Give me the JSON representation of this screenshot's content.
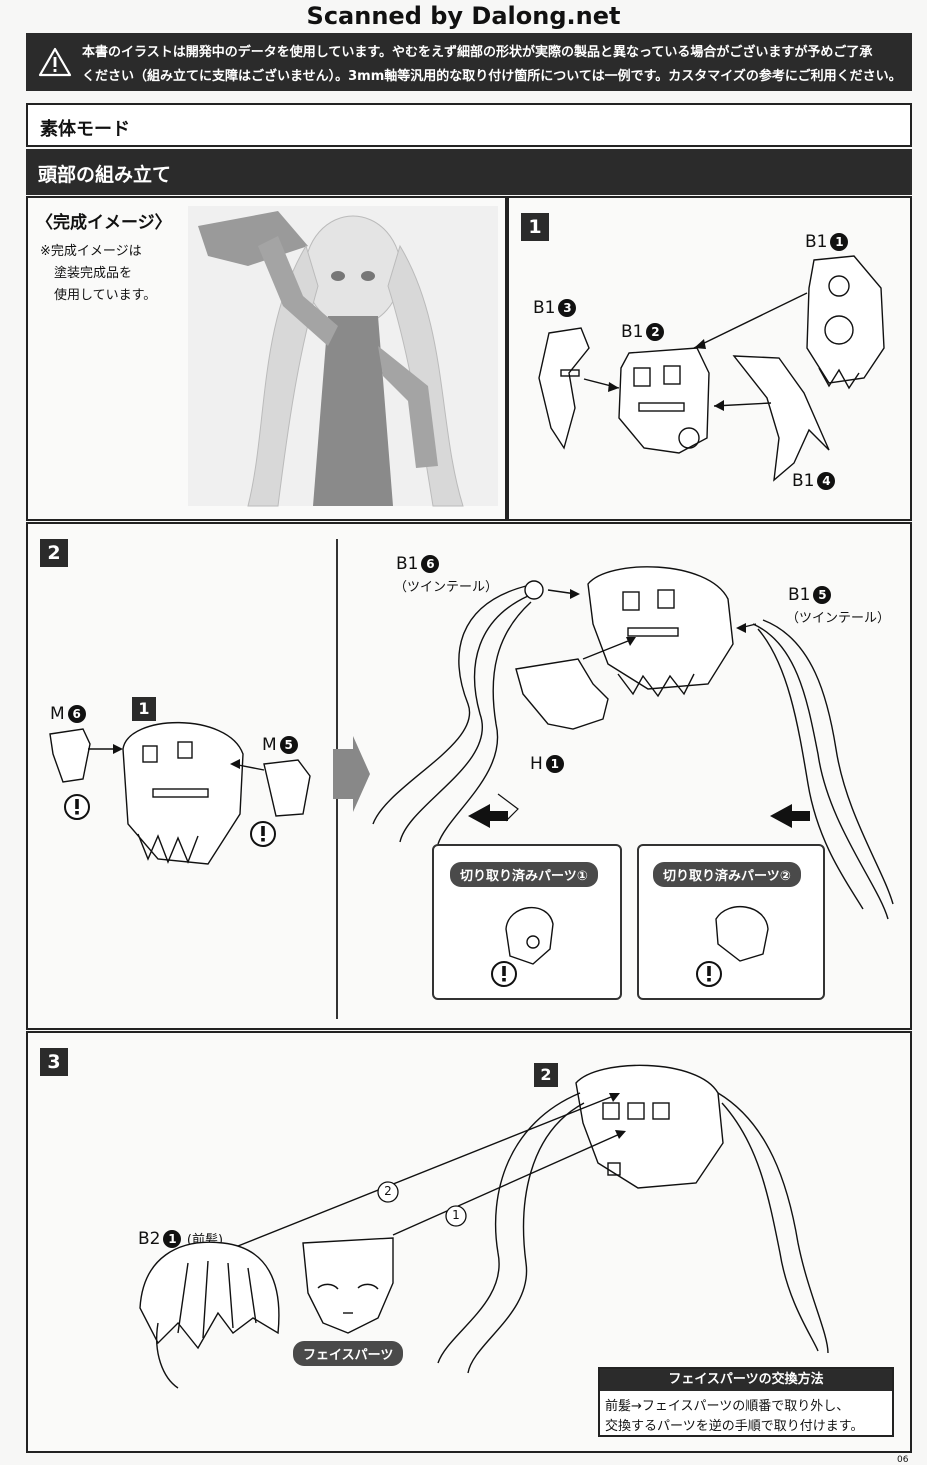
{
  "header": {
    "scan_credit": "Scanned by Dalong.net",
    "warning_line1": "本書のイラストは開発中のデータを使用しています。やむをえず細部の形状が実際の製品と異なっている場合がございますが予めご了承",
    "warning_line2": "ください（組み立てに支障はございません）。3mm軸等汎用的な取り付け箇所については一例です。カスタマイズの参考にご利用ください。"
  },
  "mode_title": "素体モード",
  "section_title": "頭部の組み立て",
  "preview": {
    "heading": "〈完成イメージ〉",
    "note": [
      "※完成イメージは",
      "塗装完成品を",
      "使用しています。"
    ]
  },
  "step1": {
    "number": "1",
    "parts": [
      {
        "runner": "B1",
        "num": "1"
      },
      {
        "runner": "B1",
        "num": "3"
      },
      {
        "runner": "B1",
        "num": "2"
      },
      {
        "runner": "B1",
        "num": "4"
      }
    ]
  },
  "step2": {
    "number": "2",
    "sub_ref": "1",
    "m6": {
      "runner": "M",
      "num": "6"
    },
    "m5": {
      "runner": "M",
      "num": "5"
    },
    "b1_6": {
      "runner": "B1",
      "num": "6",
      "note": "（ツインテール）"
    },
    "b1_5": {
      "runner": "B1",
      "num": "5",
      "note": "（ツインテール）"
    },
    "h1": {
      "runner": "H",
      "num": "1"
    },
    "cut_parts_1": "切り取り済みパーツ①",
    "cut_parts_2": "切り取り済みパーツ②",
    "caution": "!"
  },
  "step3": {
    "number": "3",
    "sub_ref": "2",
    "b2_1": {
      "runner": "B2",
      "num": "1",
      "note": "(前髪)"
    },
    "order_1": "1",
    "order_2": "2",
    "face_parts": "フェイスパーツ",
    "info_title": "フェイスパーツの交換方法",
    "info_body": [
      "前髪→フェイスパーツの順番で取り外し、",
      "交換するパーツを逆の手順で取り付けます。"
    ]
  },
  "page_number": "06"
}
